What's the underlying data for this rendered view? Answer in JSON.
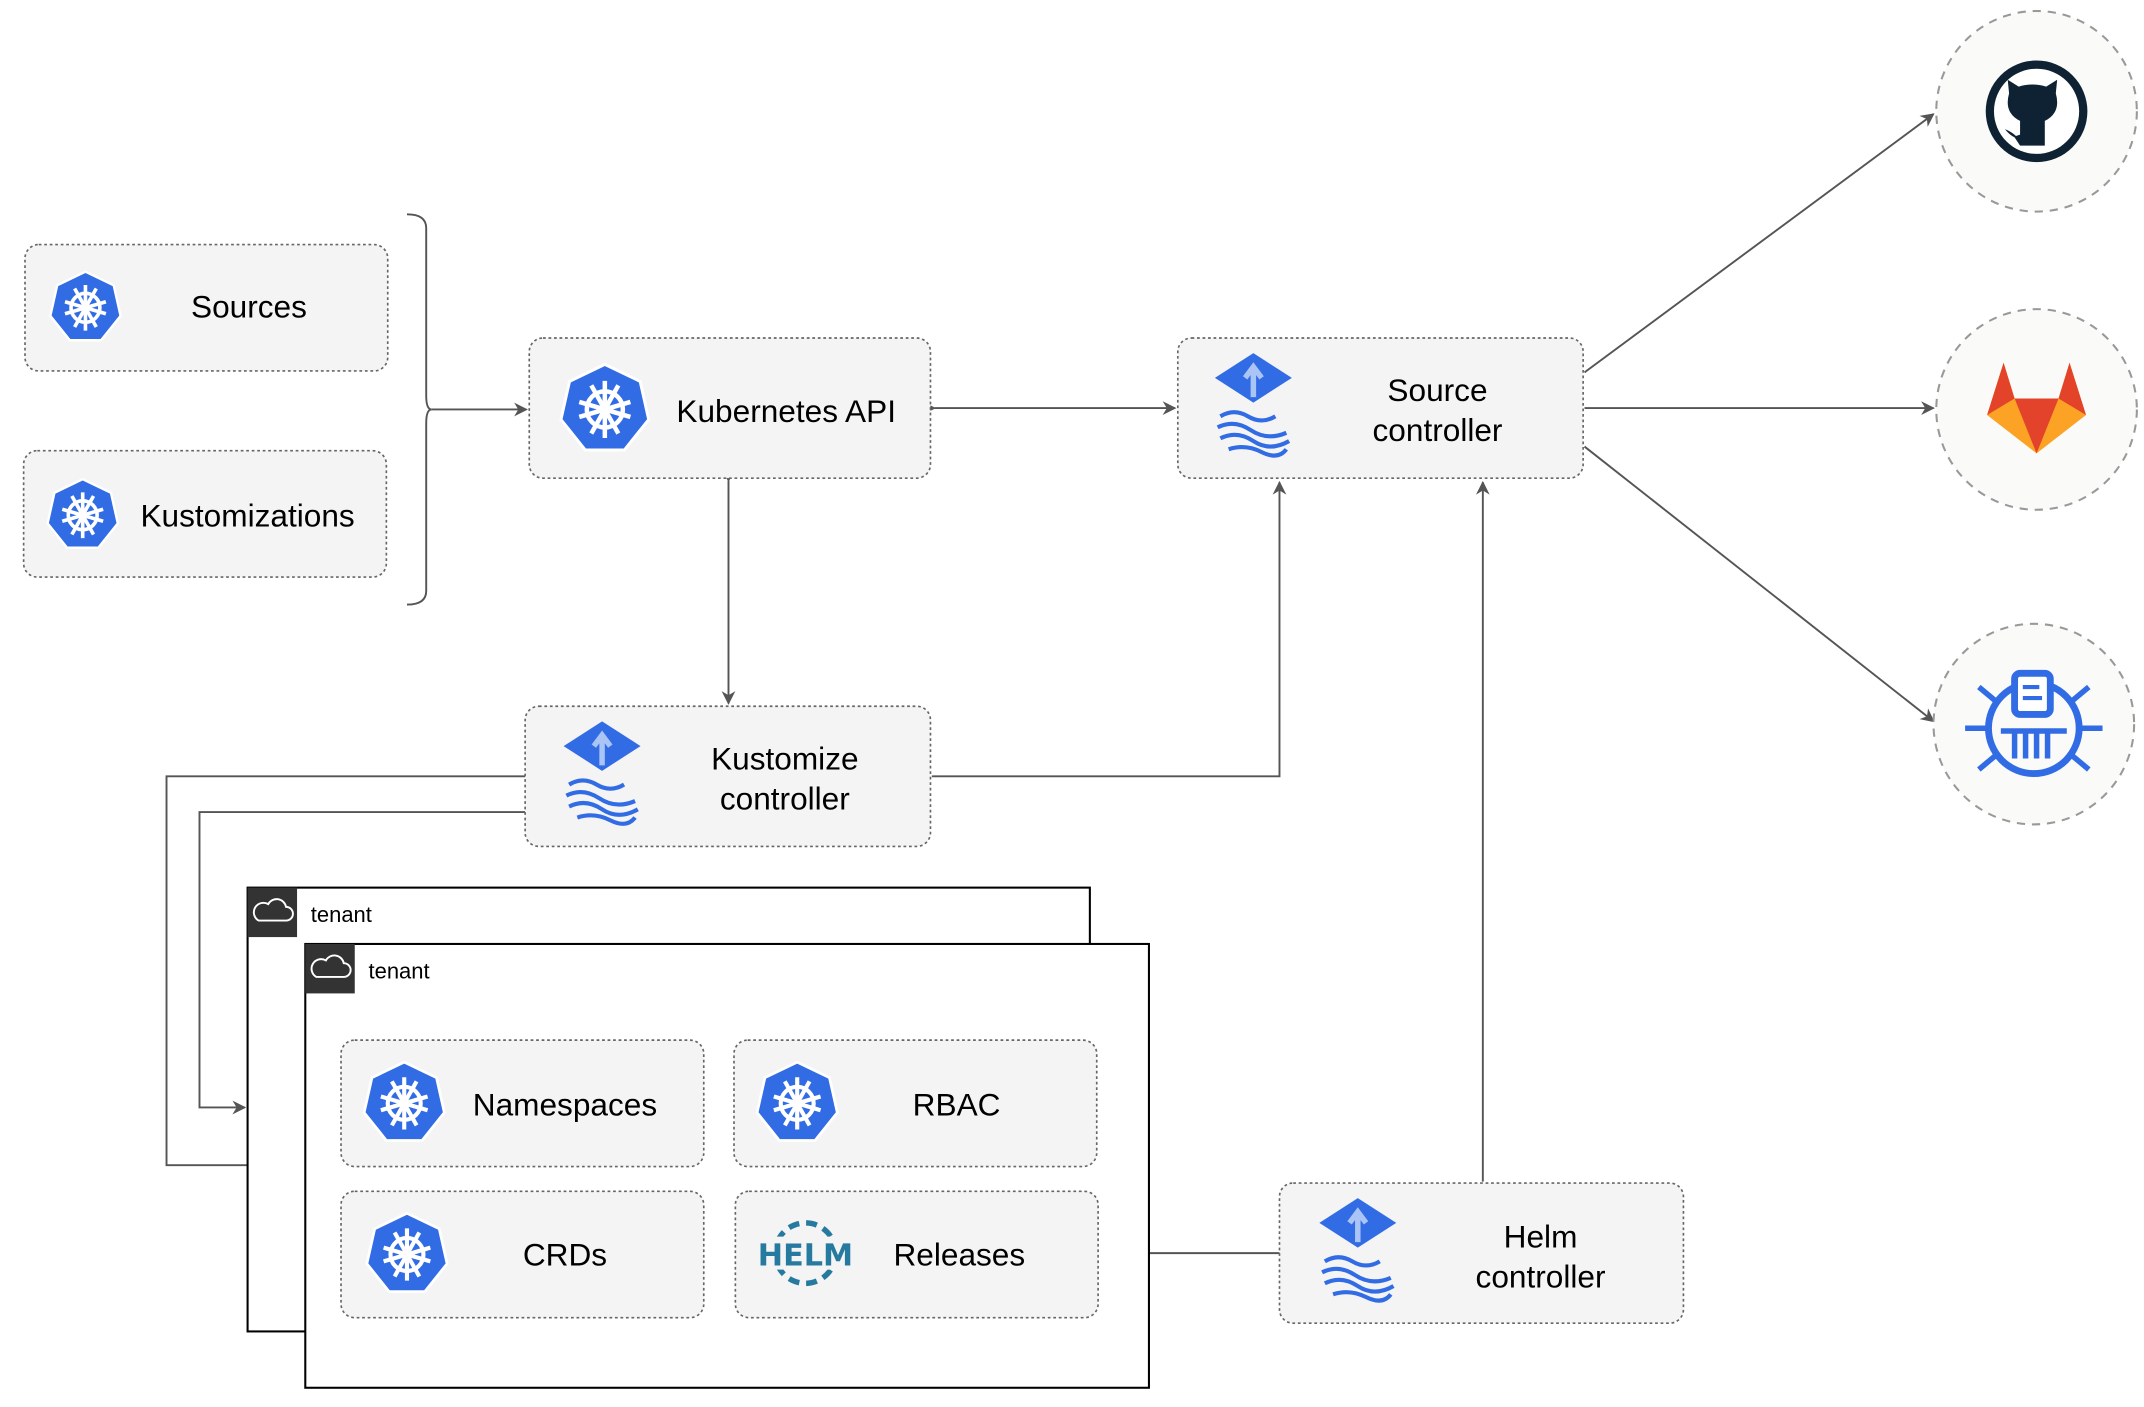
{
  "nodes": {
    "sources": "Sources",
    "kustomizations": "Kustomizations",
    "kubernetes_api": "Kubernetes API",
    "source_controller": [
      "Source",
      "controller"
    ],
    "kustomize_controller": [
      "Kustomize",
      "controller"
    ],
    "helm_controller": [
      "Helm",
      "controller"
    ],
    "namespaces": "Namespaces",
    "rbac": "RBAC",
    "crds": "CRDs",
    "releases": "Releases",
    "helm_logo": "HELM"
  },
  "tenants": [
    "tenant",
    "tenant"
  ],
  "external_sources": [
    "github-icon",
    "gitlab-icon",
    "harbor-icon"
  ],
  "colors": {
    "k8s_blue": "#326ce5",
    "github_dark": "#0f2233",
    "gitlab_orange": "#e2432a",
    "helm_blue": "#277a9f"
  }
}
